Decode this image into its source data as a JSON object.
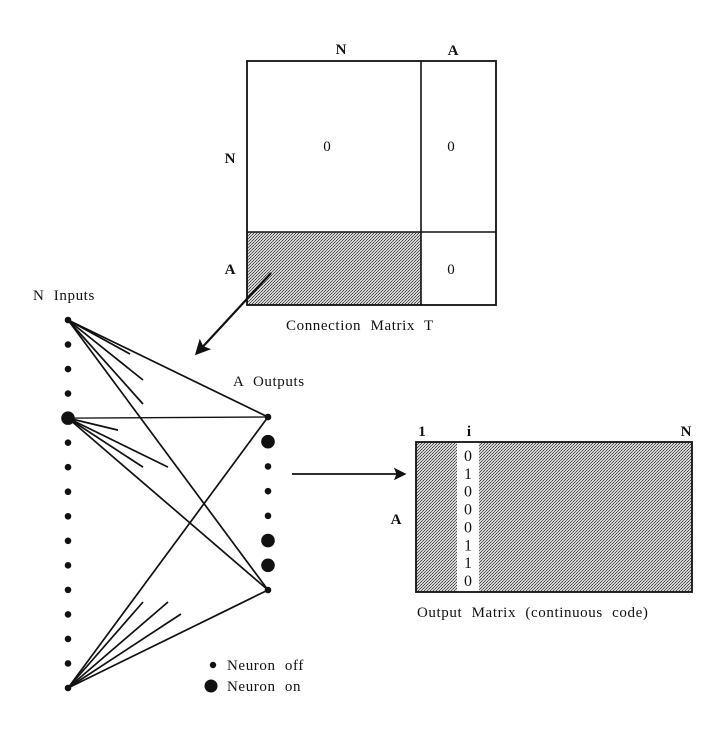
{
  "colors": {
    "ink": "#111111",
    "background": "#ffffff",
    "shade_light": "#c9c9c9",
    "shade_dark": "#6a6a6a"
  },
  "connection_matrix": {
    "caption": "Connection Matrix T",
    "col_labels": [
      "N",
      "A"
    ],
    "row_labels": [
      "N",
      "A"
    ],
    "cells": {
      "NN": "0",
      "NA": "0",
      "AN": "",
      "AA": "0"
    },
    "shaded_block": "AN"
  },
  "network": {
    "inputs_label": "N Inputs",
    "outputs_label": "A Outputs",
    "input_states": [
      "off",
      "off",
      "off",
      "off",
      "on",
      "off",
      "off",
      "off",
      "off",
      "off",
      "off",
      "off",
      "off",
      "off",
      "off",
      "off"
    ],
    "output_states": [
      "off",
      "on",
      "off",
      "off",
      "off",
      "on",
      "on",
      "off"
    ]
  },
  "output_matrix": {
    "caption": "Output Matrix (continuous code)",
    "col_label_start": "1",
    "col_label_i": "i",
    "col_label_end": "N",
    "row_label": "A",
    "column_i_values": [
      "0",
      "1",
      "0",
      "0",
      "0",
      "1",
      "1",
      "0"
    ]
  },
  "legend": {
    "items": [
      {
        "symbol": "small-dot",
        "label": "Neuron off"
      },
      {
        "symbol": "large-dot",
        "label": "Neuron on"
      }
    ]
  }
}
